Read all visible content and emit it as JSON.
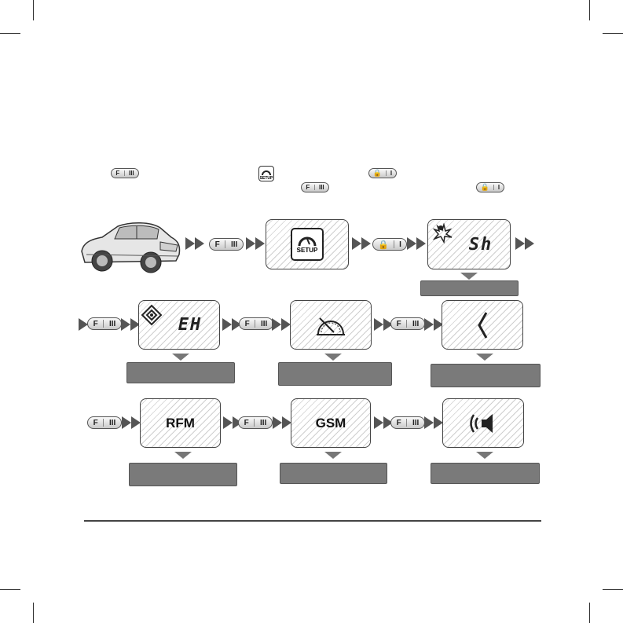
{
  "buttons": {
    "f_label": "F",
    "f_bars": "III",
    "lock_bars": "I"
  },
  "icons": {
    "setup_icon_label": "SETUP"
  },
  "screens": {
    "shock": "Sh",
    "tilt": "EH",
    "rfm": "RFM",
    "gsm": "GSM"
  },
  "colors": {
    "bar": "#7a7a7a",
    "arrow": "#777777",
    "lcd_border": "#444444"
  }
}
